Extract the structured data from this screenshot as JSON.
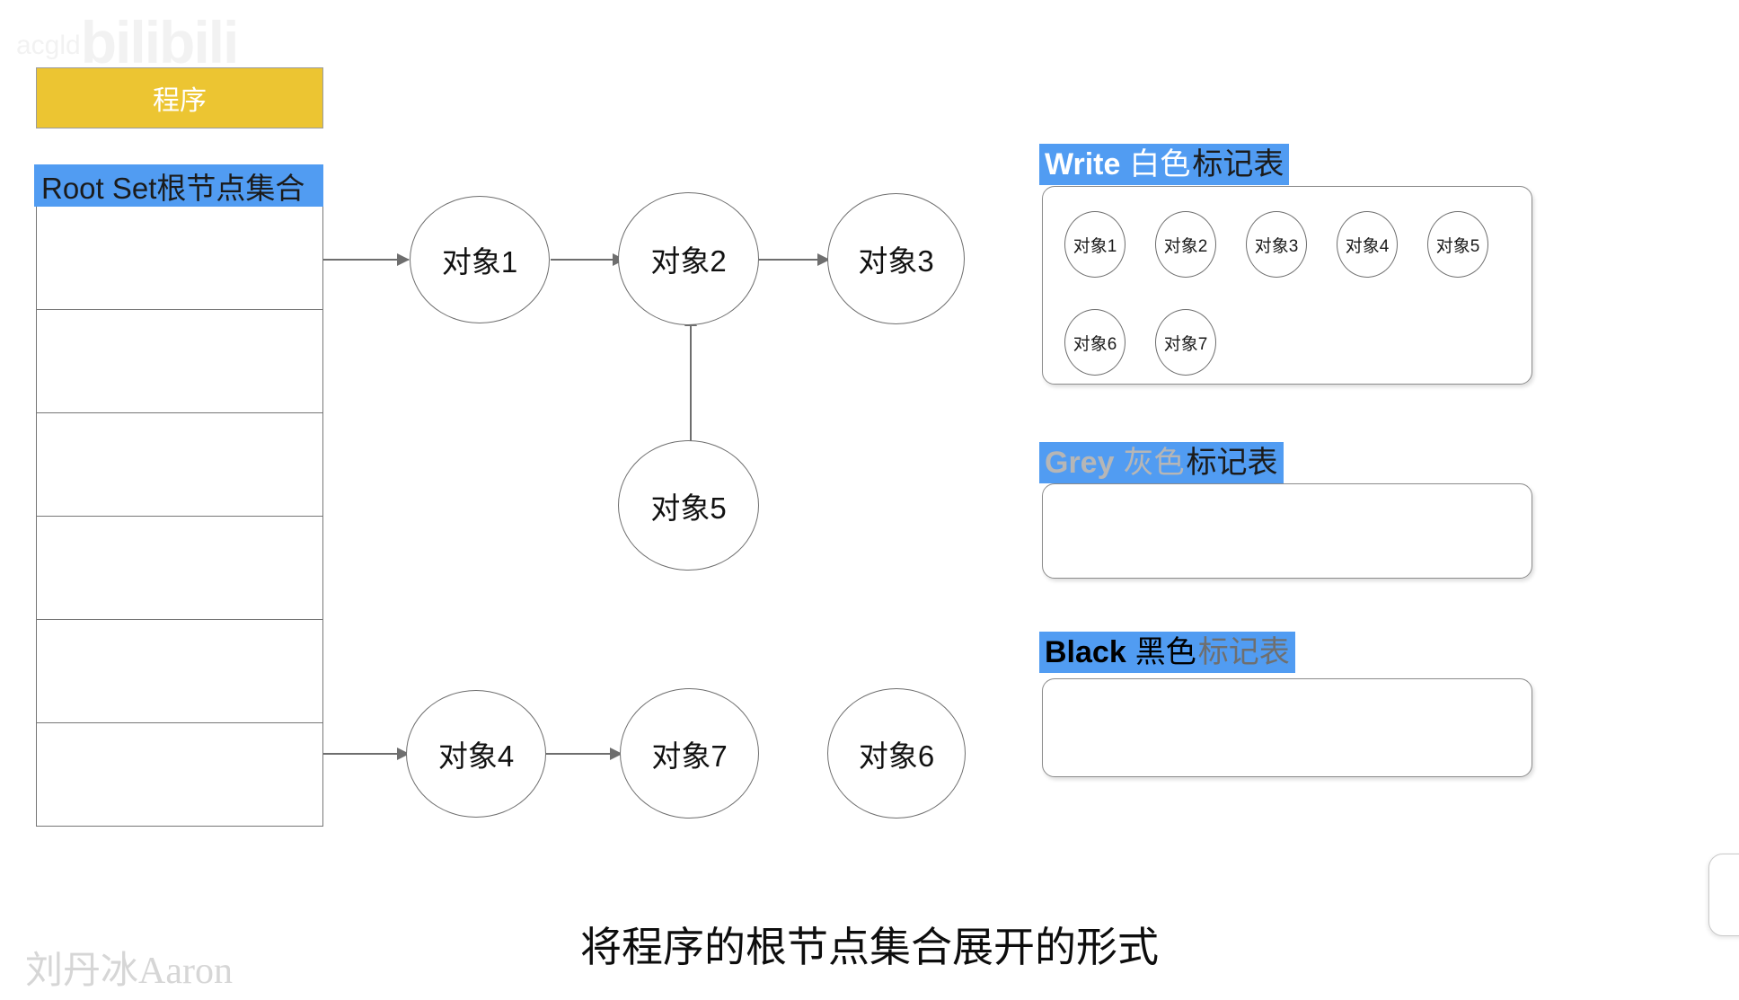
{
  "watermarks": {
    "bilibili": "bilibili",
    "bilibili_small": "acgld",
    "signature": "刘丹冰Aaron"
  },
  "program": {
    "label": "程序",
    "fill_color": "#ecc532"
  },
  "root_set": {
    "header_label": "Root Set根节点集合",
    "header_color": "#519cf2",
    "empty_row_count": 6
  },
  "graph": {
    "nodes": [
      {
        "id": "obj1",
        "label": "对象1"
      },
      {
        "id": "obj2",
        "label": "对象2"
      },
      {
        "id": "obj3",
        "label": "对象3"
      },
      {
        "id": "obj5",
        "label": "对象5"
      },
      {
        "id": "obj4",
        "label": "对象4"
      },
      {
        "id": "obj7",
        "label": "对象7"
      },
      {
        "id": "obj6",
        "label": "对象6"
      }
    ],
    "edges": [
      {
        "from": "root-set",
        "to": "obj1",
        "direction": "right"
      },
      {
        "from": "obj1",
        "to": "obj2",
        "direction": "right"
      },
      {
        "from": "obj2",
        "to": "obj3",
        "direction": "right"
      },
      {
        "from": "obj5",
        "to": "obj2",
        "direction": "up"
      },
      {
        "from": "root-set",
        "to": "obj4",
        "direction": "right"
      },
      {
        "from": "obj4",
        "to": "obj7",
        "direction": "right"
      }
    ]
  },
  "marker_tables": [
    {
      "id": "white",
      "en_label": "Write",
      "cn_color_label": "白色",
      "cn_suffix_label": "标记表",
      "en_text_color": "#ffffff",
      "cn_color_text_color": "#ffffff",
      "cn_suffix_text_color": "#1b1b1b",
      "header_bg": "#519cf2",
      "items": [
        "对象1",
        "对象2",
        "对象3",
        "对象4",
        "对象5",
        "对象6",
        "对象7"
      ]
    },
    {
      "id": "grey",
      "en_label": "Grey",
      "cn_color_label": "灰色",
      "cn_suffix_label": "标记表",
      "en_text_color": "#b6b6b6",
      "cn_color_text_color": "#b6b6b6",
      "cn_suffix_text_color": "#1b1b1b",
      "header_bg": "#519cf2",
      "items": []
    },
    {
      "id": "black",
      "en_label": "Black",
      "cn_color_label": "黑色",
      "cn_suffix_label": "标记表",
      "en_text_color": "#000000",
      "cn_color_text_color": "#000000",
      "cn_suffix_text_color": "#6f6f6f",
      "header_bg": "#519cf2",
      "items": []
    }
  ],
  "caption": {
    "text": "将程序的根节点集合展开的形式"
  }
}
